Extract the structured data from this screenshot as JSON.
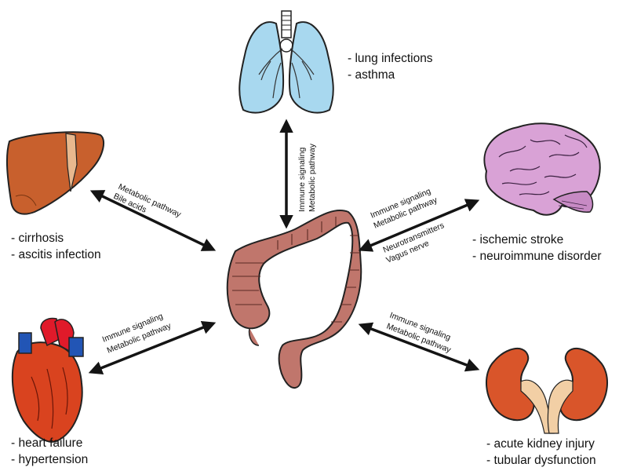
{
  "organs": {
    "lungs": {
      "conditions": [
        "- lung infections",
        "- asthma"
      ],
      "links": [
        "Immune signaling",
        "Metabolic pathway"
      ]
    },
    "liver": {
      "conditions": [
        "- cirrhosis",
        "- ascitis infection"
      ],
      "links": [
        "Metabolic pathway",
        "Bile acids"
      ]
    },
    "brain": {
      "conditions": [
        "- ischemic stroke",
        "- neuroimmune disorder"
      ],
      "links_top": [
        "Immune signaling",
        "Metabolic pathway"
      ],
      "links_bottom": [
        "Neurotransmitters",
        "Vagus nerve"
      ]
    },
    "heart": {
      "conditions": [
        "- heart failure",
        "- hypertension"
      ],
      "links": [
        "Immune signaling",
        "Metabolic pathway"
      ]
    },
    "kidney": {
      "conditions": [
        "- acute kidney injury",
        "- tubular dysfunction"
      ],
      "links": [
        "Immune signaling",
        "Metabolic pathway"
      ]
    }
  },
  "colors": {
    "lung": "#a8d8ef",
    "liver": "#c8602d",
    "brain": "#d9a2d6",
    "colon": "#c0766c",
    "heart": "#d9431f",
    "heart_vessel_red": "#e01a2a",
    "heart_vessel_blue": "#2255b5",
    "kidney": "#d9552a",
    "ureter": "#f2cfa5",
    "arrow": "#141414"
  }
}
